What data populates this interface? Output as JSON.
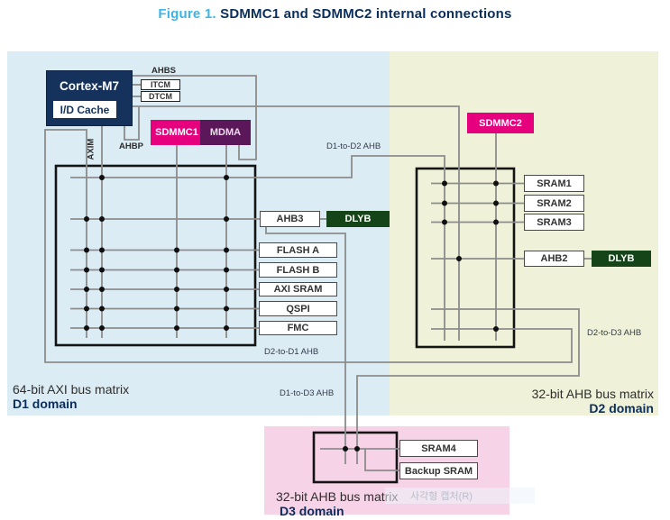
{
  "title": {
    "figure_label": "Figure 1.",
    "figure_title": "SDMMC1 and SDMMC2 internal connections"
  },
  "d1": {
    "region_label": "64-bit AXI bus matrix",
    "domain_label": "D1 domain",
    "blocks": {
      "cortex": "Cortex-M7",
      "cache": "I/D Cache",
      "itcm": "ITCM",
      "dtcm": "DTCM",
      "sdmmc1": "SDMMC1",
      "mdma": "MDMA",
      "ahb3": "AHB3",
      "dlyb": "DLYB",
      "flash_a": "FLASH A",
      "flash_b": "FLASH B",
      "axi_sram": "AXI SRAM",
      "qspi": "QSPI",
      "fmc": "FMC"
    },
    "bus_labels": {
      "ahbs": "AHBS",
      "ahbp": "AHBP",
      "axim": "AXIM"
    }
  },
  "d2": {
    "region_label": "32-bit AHB bus matrix",
    "domain_label": "D2 domain",
    "blocks": {
      "sdmmc2": "SDMMC2",
      "sram1": "SRAM1",
      "sram2": "SRAM2",
      "sram3": "SRAM3",
      "ahb2": "AHB2",
      "dlyb": "DLYB"
    }
  },
  "d3": {
    "region_label": "32-bit AHB bus matrix",
    "domain_label": "D3 domain",
    "blocks": {
      "sram4": "SRAM4",
      "backup_sram": "Backup SRAM"
    }
  },
  "interconnects": {
    "d1_to_d2": "D1-to-D2 AHB",
    "d2_to_d1": "D2-to-D1 AHB",
    "d1_to_d3": "D1-to-D3 AHB",
    "d2_to_d3": "D2-to-D3 AHB"
  },
  "watermark": "사각형 캡처(R)",
  "colors": {
    "figure_label_blue": "#3CB4E6",
    "title_navy": "#0A2E5C",
    "d1_region_bg": "#DCECF5",
    "d2_region_bg": "#EFF2D9",
    "d3_region_bg": "#F6D3E7",
    "cortex_navy": "#15325D",
    "sdmmc_magenta": "#E6007E",
    "mdma_purple": "#5C175A",
    "dlyb_green": "#154418",
    "wire_gray": "#8C8C8C"
  }
}
